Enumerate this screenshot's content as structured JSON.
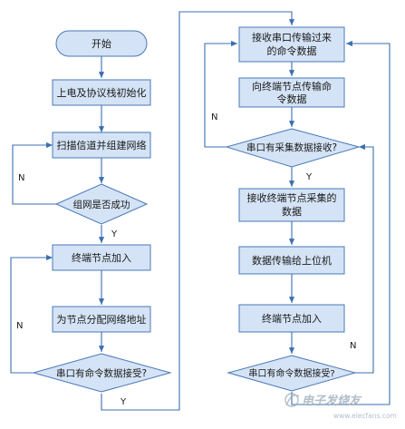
{
  "colors": {
    "box_fill": "#d4e3f5",
    "box_stroke": "#4a78b8",
    "line": "#3b6fb0",
    "text": "#1a1a1a",
    "watermark": "#9aa9b8"
  },
  "left_column": {
    "start": "开始",
    "power_on": "上电及协议栈初始化",
    "scan": "扫描信道并组建网络",
    "network_ok": "组网是否成功",
    "node_join": "终端节点加入",
    "assign_addr": "为节点分配网络地址",
    "cmd_received": "串口有命令数据接受?"
  },
  "right_column": {
    "receive_cmd_l1": "接收串口传输过来",
    "receive_cmd_l2": "的命令数据",
    "send_cmd_l1": "向终端节点传输命",
    "send_cmd_l2": "令数据",
    "collect_received": "串口有采集数据接收?",
    "receive_data_l1": "接收终端节点采集的",
    "receive_data_l2": "数据",
    "to_host": "数据传输给上位机",
    "node_join": "终端节点加入",
    "cmd_received": "串口有命令数据接受?"
  },
  "branch_labels": {
    "no": "N",
    "yes": "Y"
  },
  "watermark": {
    "brand": "电子发烧友",
    "url": "www.elecfans.com"
  }
}
